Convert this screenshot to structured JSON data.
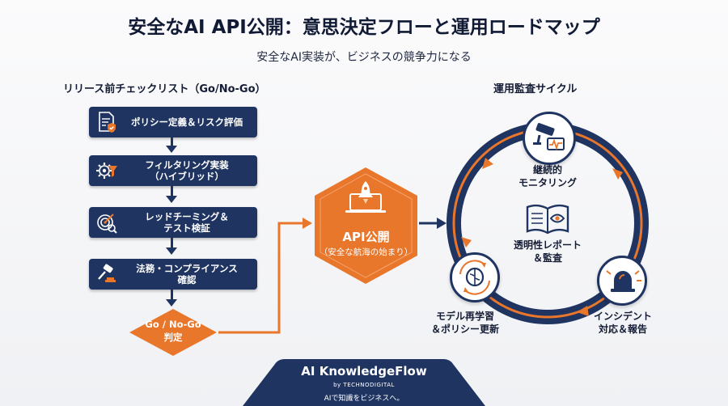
{
  "title": "安全なAI API公開：意思決定フローと運用ロードマップ",
  "subtitle": "安全なAI実装が、ビジネスの競争力になる",
  "checklist": {
    "heading": "リリース前チェックリスト（Go/No-Go）",
    "steps": [
      {
        "line1": "ポリシー定義＆リスク評価",
        "line2": "",
        "icon": "document-shield-icon"
      },
      {
        "line1": "フィルタリング実装",
        "line2": "（ハイブリッド）",
        "icon": "gear-filter-icon"
      },
      {
        "line1": "レッドチーミング＆",
        "line2": "テスト検証",
        "icon": "target-magnifier-icon"
      },
      {
        "line1": "法務・コンプライアンス",
        "line2": "確認",
        "icon": "gavel-icon"
      }
    ],
    "decision": {
      "line1": "Go / No-Go",
      "line2": "判定"
    }
  },
  "launch": {
    "title": "API公開",
    "subtitle": "（安全な航海の始まり）",
    "icon": "rocket-laptop-icon"
  },
  "cycle": {
    "heading": "運用監査サイクル",
    "monitoring": {
      "line1": "継続的",
      "line2": "モニタリング",
      "icon": "camera-monitor-icon"
    },
    "report": {
      "line1": "透明性レポート",
      "line2": "＆監査",
      "icon": "open-book-eye-icon"
    },
    "incident": {
      "line1": "インシデント",
      "line2": "対応＆報告",
      "icon": "alarm-bell-icon"
    },
    "retrain": {
      "line1": "モデル再学習",
      "line2": "＆ポリシー更新",
      "icon": "brain-cycle-icon"
    }
  },
  "footer": {
    "brand": "AI KnowledgeFlow",
    "by": "by TECHNODIGITAL",
    "tagline": "AIで知識をビジネスへ。"
  },
  "colors": {
    "navy": "#1f3461",
    "orange": "#e8762b"
  }
}
